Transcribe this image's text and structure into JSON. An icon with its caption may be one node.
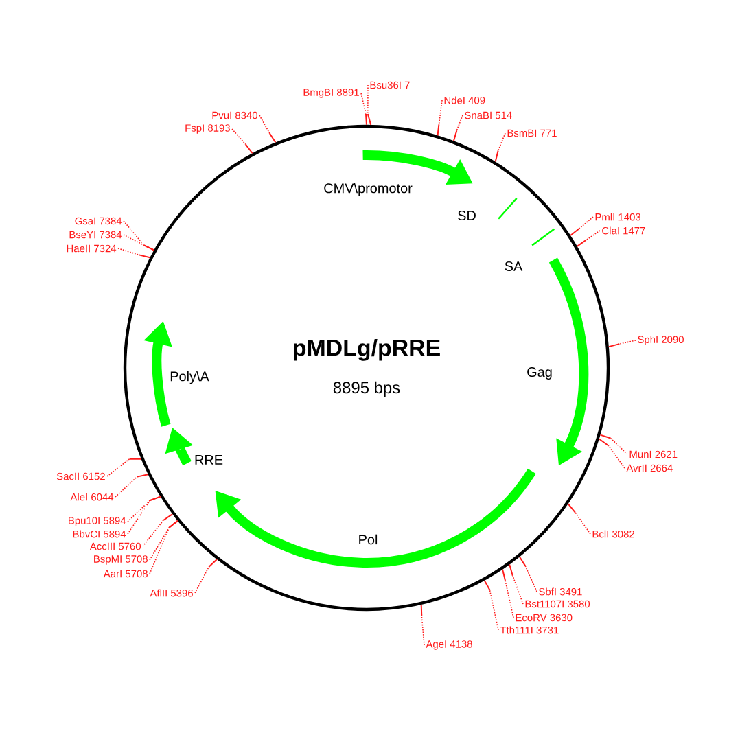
{
  "diagram": {
    "nodes": [
      {
        "text": [
          "pMDLg/pRRE",
          "8895 bps"
        ]
      },
      {
        "text": [
          "BmgBI 8891"
        ]
      },
      {
        "text": [
          "Bsu36I 7"
        ]
      },
      {
        "text": [
          "NdeI 409"
        ]
      },
      {
        "text": [
          "SnaBI 514"
        ]
      },
      {
        "text": [
          "BsmBI 771"
        ]
      },
      {
        "text": [
          "PmlI 1403"
        ]
      },
      {
        "text": [
          "ClaI 1477"
        ]
      },
      {
        "text": [
          "SphI 2090"
        ]
      },
      {
        "text": [
          "MunI 2621"
        ]
      },
      {
        "text": [
          "AvrII 2664"
        ]
      },
      {
        "text": [
          "BclI 3082"
        ]
      },
      {
        "text": [
          "SbfI 3491"
        ]
      },
      {
        "text": [
          "Bst1107I 3580"
        ]
      },
      {
        "text": [
          "EcoRV 3630"
        ]
      },
      {
        "text": [
          "Tth111I 3731"
        ]
      },
      {
        "text": [
          "AgeI 4138"
        ]
      },
      {
        "text": [
          "AflII 5396"
        ]
      },
      {
        "text": [
          "AarI 5708"
        ]
      },
      {
        "text": [
          "BspMI 5708"
        ]
      },
      {
        "text": [
          "AccIII 5760"
        ]
      },
      {
        "text": [
          "BbvCI 5894"
        ]
      },
      {
        "text": [
          "Bpu10I 5894"
        ]
      },
      {
        "text": [
          "AleI 6044"
        ]
      },
      {
        "text": [
          "SacII 6152"
        ]
      },
      {
        "text": [
          "HaeII 7324"
        ]
      },
      {
        "text": [
          "BseYI 7384"
        ]
      },
      {
        "text": [
          "GsaI 7384"
        ]
      },
      {
        "text": [
          "FspI 8193"
        ]
      },
      {
        "text": [
          "PvuI 8340"
        ]
      }
    ],
    "edges": [
      {
        "from": 1,
        "to": 0,
        "arrow": "none"
      },
      {
        "from": 2,
        "to": 0,
        "arrow": "none"
      },
      {
        "from": 3,
        "to": 0,
        "arrow": "none"
      },
      {
        "from": 4,
        "to": 0,
        "arrow": "none"
      },
      {
        "from": 5,
        "to": 0,
        "arrow": "none"
      },
      {
        "from": 6,
        "to": 0,
        "arrow": "none"
      },
      {
        "from": 7,
        "to": 0,
        "arrow": "none"
      },
      {
        "from": 8,
        "to": 0,
        "arrow": "none"
      },
      {
        "from": 9,
        "to": 0,
        "arrow": "none"
      },
      {
        "from": 10,
        "to": 0,
        "arrow": "none"
      },
      {
        "from": 11,
        "to": 0,
        "arrow": "none"
      },
      {
        "from": 12,
        "to": 0,
        "arrow": "none"
      },
      {
        "from": 13,
        "to": 0,
        "arrow": "none"
      },
      {
        "from": 14,
        "to": 0,
        "arrow": "none"
      },
      {
        "from": 15,
        "to": 0,
        "arrow": "none"
      },
      {
        "from": 16,
        "to": 0,
        "arrow": "none"
      },
      {
        "from": 17,
        "to": 0,
        "arrow": "none"
      },
      {
        "from": 18,
        "to": 0,
        "arrow": "none"
      },
      {
        "from": 19,
        "to": 0,
        "arrow": "none"
      },
      {
        "from": 20,
        "to": 0,
        "arrow": "none"
      },
      {
        "from": 21,
        "to": 0,
        "arrow": "none"
      },
      {
        "from": 22,
        "to": 0,
        "arrow": "none"
      },
      {
        "from": 23,
        "to": 0,
        "arrow": "none"
      },
      {
        "from": 24,
        "to": 0,
        "arrow": "none"
      },
      {
        "from": 25,
        "to": 0,
        "arrow": "none"
      },
      {
        "from": 26,
        "to": 0,
        "arrow": "none"
      },
      {
        "from": 27,
        "to": 0,
        "arrow": "none"
      },
      {
        "from": 28,
        "to": 0,
        "arrow": "none"
      },
      {
        "from": 29,
        "to": 0,
        "arrow": "none"
      }
    ],
    "labels": [
      "CMV\\promotor",
      "SD",
      "SA",
      "Gag",
      "Poly\\A",
      "RRE",
      "Pol"
    ]
  }
}
